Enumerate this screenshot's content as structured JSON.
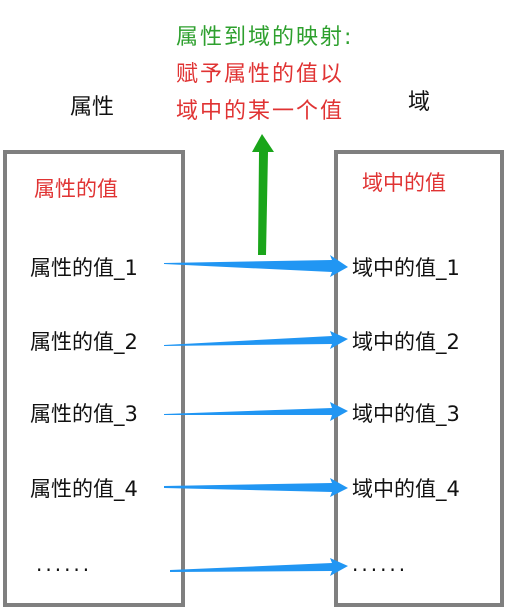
{
  "annotation": {
    "title": "属性到域的映射:",
    "line1": "赋予属性的值以",
    "line2": "域中的某一个值"
  },
  "labels": {
    "left_column": "属性",
    "right_column": "域"
  },
  "left_box": {
    "title": "属性的值",
    "items": [
      "属性的值_1",
      "属性的值_2",
      "属性的值_3",
      "属性的值_4"
    ],
    "ellipsis": "......"
  },
  "right_box": {
    "title": "域中的值",
    "items": [
      "域中的值_1",
      "域中的值_2",
      "域中的值_3",
      "域中的值_4"
    ],
    "ellipsis": "......"
  },
  "colors": {
    "arrow_blue": "#2196f3",
    "arrow_green": "#1aa51a",
    "box_border": "#7f7f7f",
    "accent_red": "#e03333",
    "accent_green": "#2ea02e"
  }
}
